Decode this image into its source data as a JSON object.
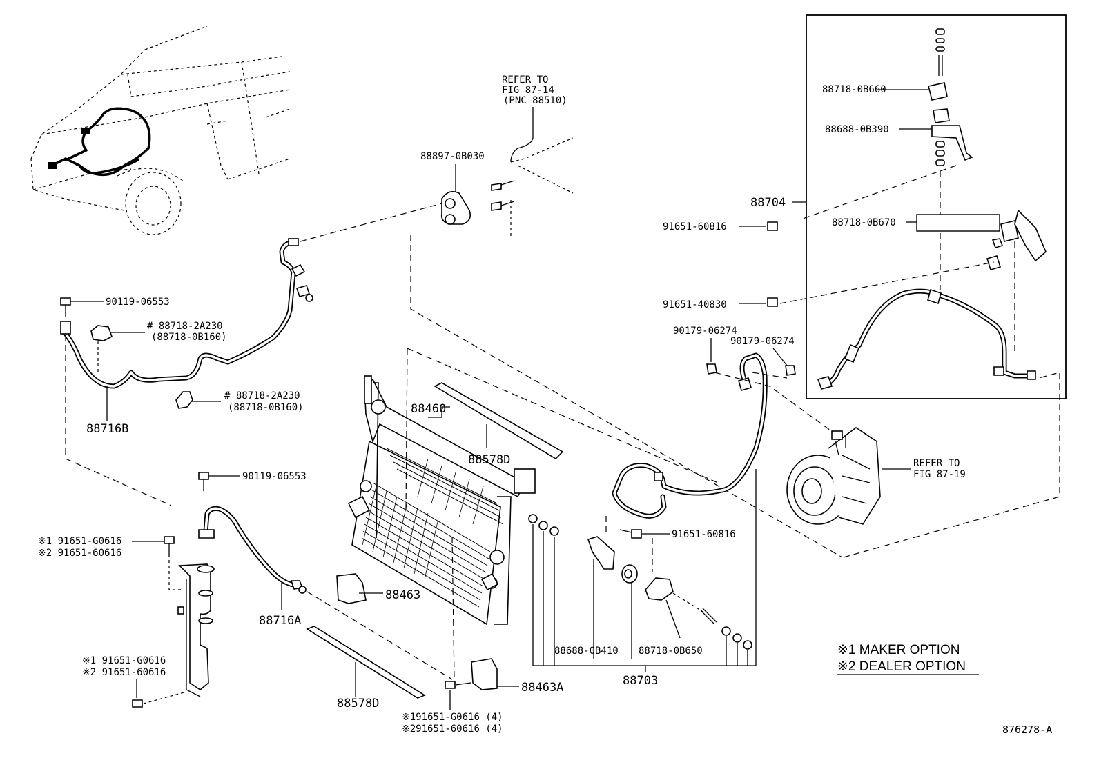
{
  "labels": {
    "refer_top_1": "REFER TO",
    "refer_top_2": "FIG 87-14",
    "refer_top_3": "(PNC 88510)",
    "p88897": "88897-0B030",
    "p90119a": "90119-06553",
    "p88718_2a230a": "# 88718-2A230",
    "p88718_0b160a": "(88718-0B160)",
    "p88716b": "88716B",
    "p88718_2a230b": "# 88718-2A230",
    "p88718_0b160b": "(88718-0B160)",
    "p90119b": "90119-06553",
    "opt1_a": "※1 91651-G0616",
    "opt2_a": "※2 91651-60616",
    "p88716a": "88716A",
    "opt1_b": "※1 91651-G0616",
    "opt2_b": "※2 91651-60616",
    "p88460": "88460",
    "p88578d_a": "88578D",
    "p88463": "88463",
    "p88578d_b": "88578D",
    "p88463a": "88463A",
    "opt1_c": "※191651-G0616 (4)",
    "opt2_c": "※291651-60616 (4)",
    "p88718_0b660": "88718-0B660",
    "p88688_0b390": "88688-0B390",
    "p88704": "88704",
    "p91651_60816a": "91651-60816",
    "p88718_0b670": "88718-0B670",
    "p91651_40830": "91651-40830",
    "p90179a": "90179-06274",
    "p90179b": "90179-06274",
    "refer_comp_1": "REFER TO",
    "refer_comp_2": "FIG 87-19",
    "p91651_60816b": "91651-60816",
    "p88688_0b410": "88688-0B410",
    "p88718_0b650": "88718-0B650",
    "p88703": "88703",
    "legend_1": "※1  MAKER OPTION",
    "legend_2": "※2  DEALER OPTION",
    "fig_id": "876278-A"
  }
}
